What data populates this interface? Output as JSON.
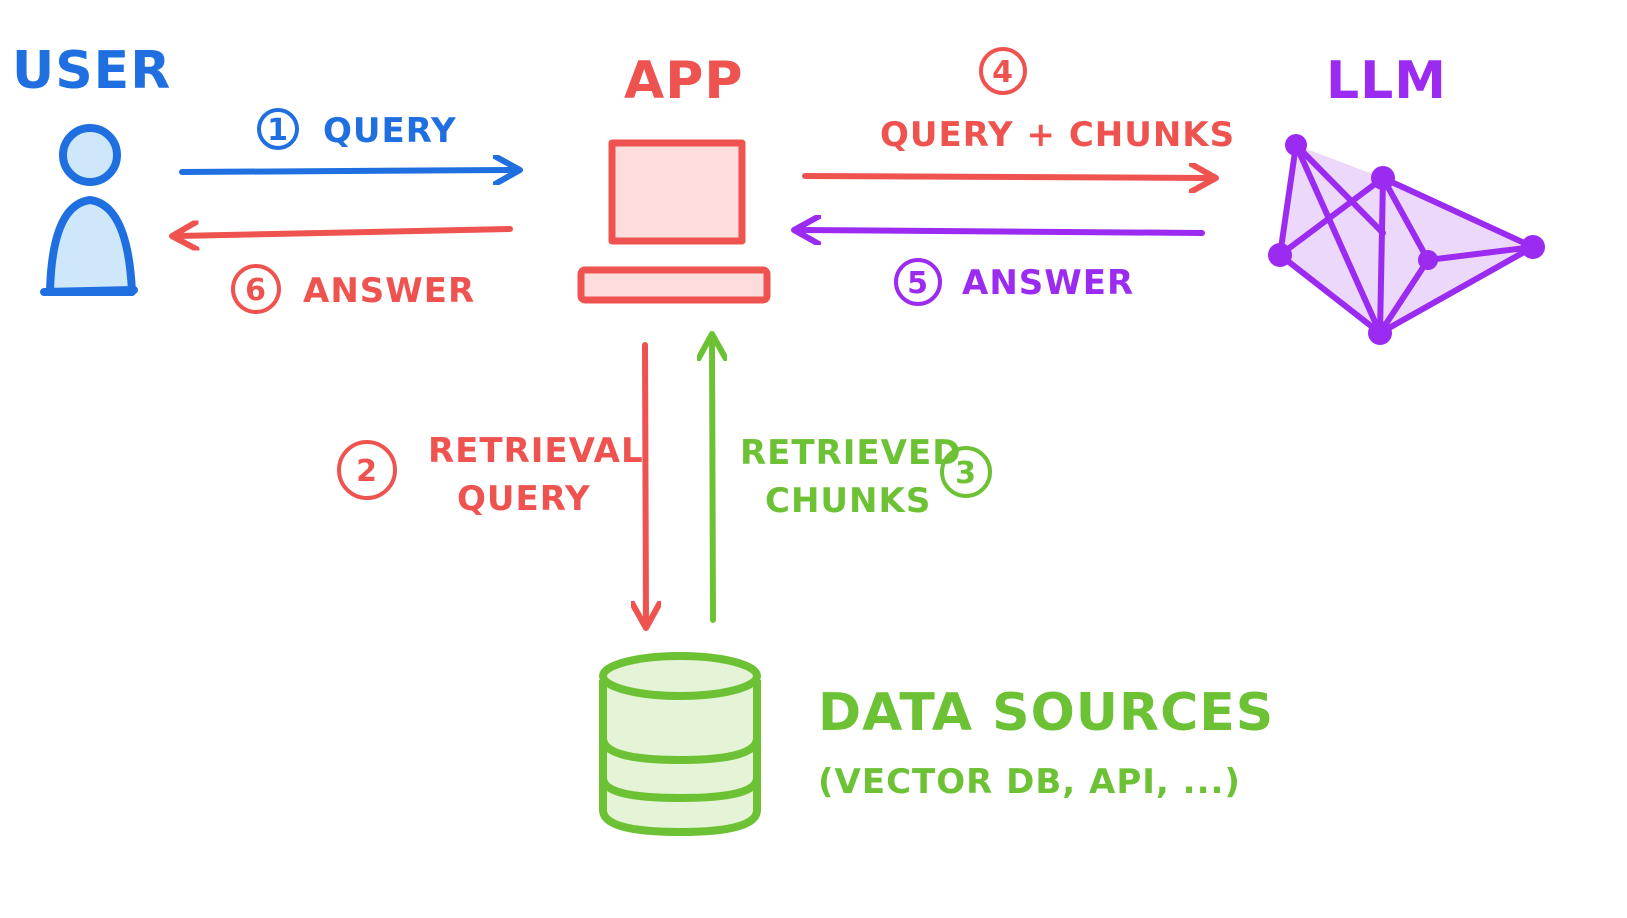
{
  "colors": {
    "user": "#1f6fe0",
    "app": "#ef5350",
    "llm": "#9b2bf0",
    "data": "#6cc234"
  },
  "nodes": {
    "user": {
      "title": "USER",
      "icon": "person-icon"
    },
    "app": {
      "title": "APP",
      "icon": "laptop-icon"
    },
    "llm": {
      "title": "LLM",
      "icon": "network-icon"
    },
    "data": {
      "title": "DATA SOURCES",
      "subtitle": "(VECTOR DB, API, ...)",
      "icon": "database-icon"
    }
  },
  "flows": {
    "step1": {
      "number": "1",
      "label": "QUERY"
    },
    "step2": {
      "number": "2",
      "label_line1": "RETRIEVAL",
      "label_line2": "QUERY"
    },
    "step3": {
      "number": "3",
      "label_line1": "RETRIEVED",
      "label_line2": "CHUNKS"
    },
    "step4": {
      "number": "4",
      "label": "QUERY + CHUNKS"
    },
    "step5": {
      "number": "5",
      "label": "ANSWER"
    },
    "step6": {
      "number": "6",
      "label": "ANSWER"
    }
  }
}
